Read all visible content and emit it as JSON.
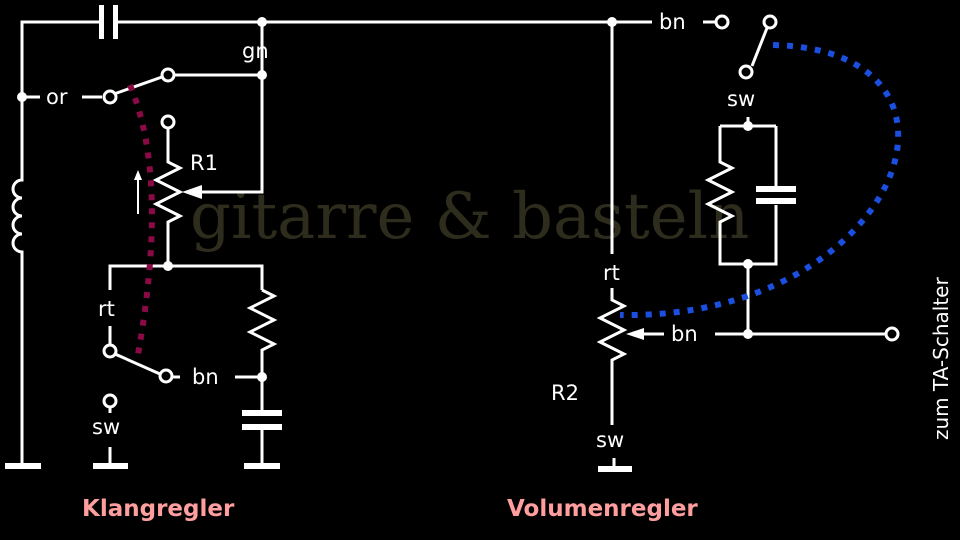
{
  "diagram": {
    "watermark": "gitarre & basteln",
    "sections": {
      "tone_control": "Klangregler",
      "volume_control": "Volumenregler"
    },
    "side_label": "zum TA-Schalter",
    "labels": {
      "gn": "gn",
      "or": "or",
      "R1": "R1",
      "rt_left": "rt",
      "bn_left": "bn",
      "sw_left": "sw",
      "bn_top": "bn",
      "sw_right_switch": "sw",
      "rt_right": "rt",
      "bn_right": "bn",
      "R2": "R2",
      "sw_right_ground": "sw"
    },
    "colors": {
      "wire": "#ffffff",
      "background": "#000000",
      "section_title": "#ff9e9e",
      "linkage_tone": "#8a0a46",
      "linkage_volume": "#1a4fe0",
      "watermark": "#2e2c1c"
    }
  }
}
